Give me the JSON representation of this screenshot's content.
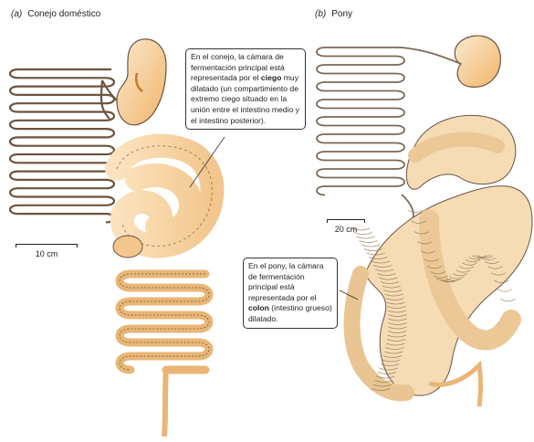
{
  "panels": {
    "rabbit": {
      "letter": "(a)",
      "title": "Conejo doméstico",
      "scale": "10 cm",
      "callout": {
        "before": "En el conejo, la cámara de fermentación principal está representada por el ",
        "bold": "ciego",
        "after": " muy dilatado (un compartimiento de extremo ciego situado en la unión entre el intestino medio y el intestino posterior)."
      }
    },
    "pony": {
      "letter": "(b)",
      "title": "Pony",
      "scale": "20 cm",
      "callout": {
        "before": "En el pony, la cámara de fermentación principal está representada por el ",
        "bold": "colon",
        "after": " (intestino grueso) dilatado."
      }
    }
  },
  "colors": {
    "organ_fill": "#f7d7a8",
    "organ_light": "#fbe7c8",
    "outline": "#5a4632",
    "text": "#222222"
  }
}
